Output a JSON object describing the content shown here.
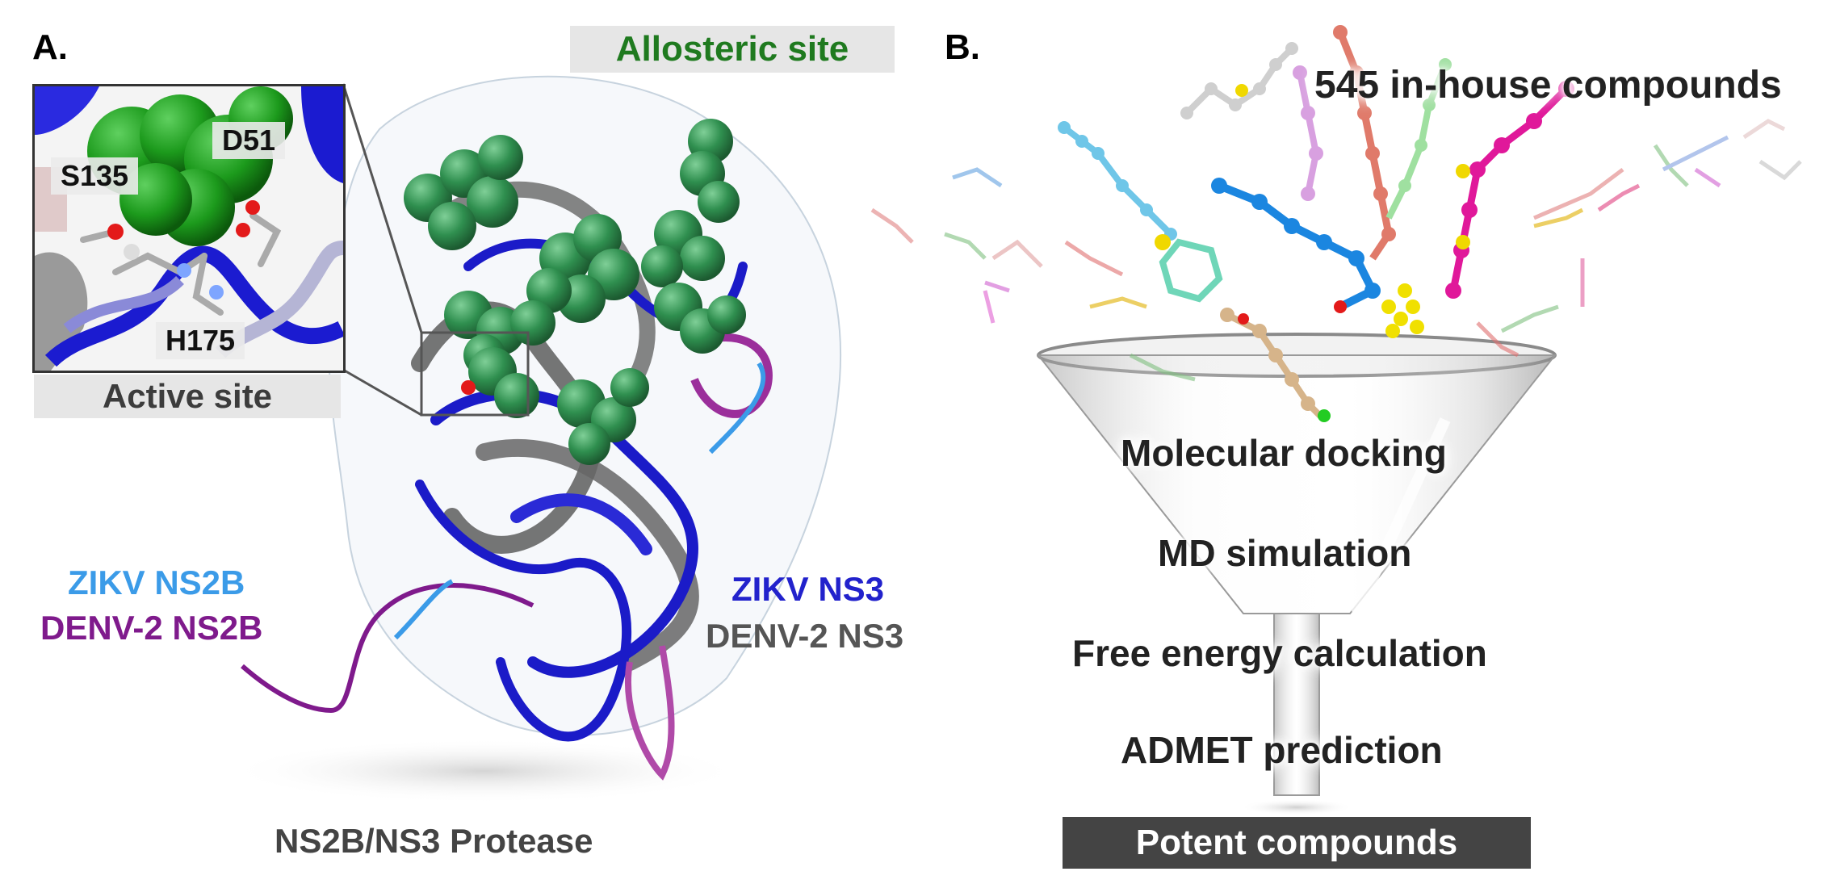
{
  "panel_a": {
    "letter": "A.",
    "allosteric_label": "Allosteric site",
    "active_label": "Active site",
    "residues": {
      "s135": "S135",
      "d51": "D51",
      "h175": "H175"
    },
    "chains": {
      "zikv_ns2b": "ZIKV NS2B",
      "denv_ns2b": "DENV-2 NS2B",
      "zikv_ns3": "ZIKV NS3",
      "denv_ns3": "DENV-2 NS3"
    },
    "caption": "NS2B/NS3 Protease",
    "colors": {
      "zikv_ns2b": "#3b9be8",
      "denv_ns2b": "#7f1a8c",
      "zikv_ns3": "#2222cc",
      "denv_ns3": "#555555",
      "allosteric": "#2f8f4f"
    }
  },
  "panel_b": {
    "letter": "B.",
    "top_label": "545 in-house compounds",
    "steps": [
      "Molecular docking",
      "MD simulation",
      "Free energy calculation",
      "ADMET prediction"
    ],
    "result": "Potent compounds"
  }
}
